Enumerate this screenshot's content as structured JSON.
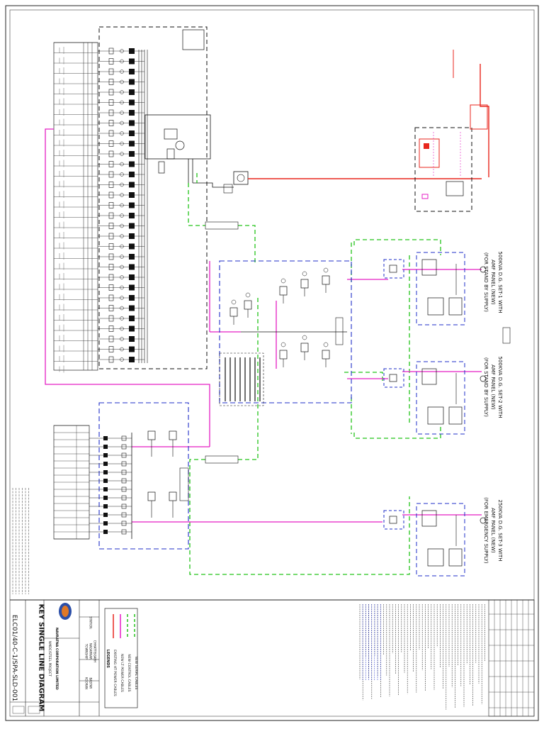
{
  "drawing": {
    "title": "KEY SINGLE LINE DIAGRAM",
    "number": "ELC01/40-C-1/SPA-SLD-001",
    "company": "NMDC/STEEL PROJECT",
    "client": "NAVRATNA CORPORATION LIMITED",
    "station_label": "STATION:",
    "station_lines": [
      "TOWNSHIP",
      "NAGARNAR",
      "CHHATTISGARH",
      "KOORAN",
      "BASTAR"
    ]
  },
  "legend": {
    "heading": "LEGENDS",
    "items": [
      {
        "label": "EXISTING HT POWER CABLES",
        "color": "#e8261d"
      },
      {
        "label": "NEW LT POWER CABLES",
        "color": "#e51ec4"
      },
      {
        "label": "NEW CONTROL CABLES",
        "color": "#24c41a"
      },
      {
        "label": "NEW SERIAL CABLES",
        "color": "#24c41a"
      }
    ]
  },
  "dg_sets": [
    {
      "title": "500KVA D.G. SET-1 WITH",
      "line2": "AMF PANEL (NEW)",
      "line3": "(FOR STAND BY SUPPLY)"
    },
    {
      "title": "500KVA D.G. SET-2 WITH",
      "line2": "AMF PANEL (NEW)",
      "line3": "(FOR STAND BY SUPPLY)"
    },
    {
      "title": "250KVA D.G. SET-3 WITH",
      "line2": "AMF PANEL (NEW)",
      "line3": "(FOR EMERGENCY SUPPLY)"
    }
  ],
  "colors": {
    "ht_cable": "#e8261d",
    "lt_cable": "#e51ec4",
    "control": "#24c41a",
    "enclosure_blue": "#1f2fc8",
    "ink": "#111111"
  }
}
